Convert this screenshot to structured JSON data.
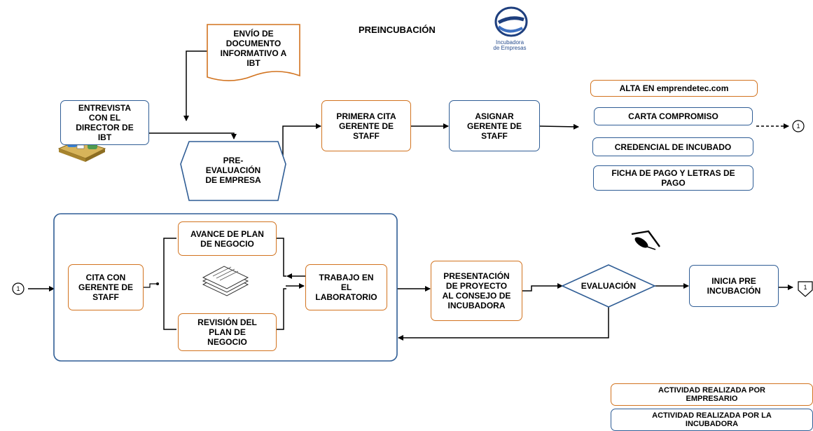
{
  "title": "PREINCUBACIÓN",
  "logo": {
    "text": "Incubadora\nde Empresas",
    "color": "#2a4f8f"
  },
  "colors": {
    "empresario": "#d2731f",
    "incubadora": "#2f5d95",
    "line": "#000000"
  },
  "nodes": {
    "envio_documento": "ENVÍO DE\nDOCUMENTO\nINFORMATIVO A\nIBT",
    "entrevista": "ENTREVISTA\nCON EL\nDIRECTOR DE\nIBT",
    "pre_evaluacion": "PRE-\nEVALUACIÓN\nDE EMPRESA",
    "primera_cita": "PRIMERA CITA\nGERENTE DE\nSTAFF",
    "asignar": "ASIGNAR\nGERENTE DE\nSTAFF",
    "alta": "ALTA EN emprendetec.com",
    "carta": "CARTA COMPROMISO",
    "credencial": "CREDENCIAL DE INCUBADO",
    "ficha": "FICHA DE PAGO Y LETRAS DE\nPAGO",
    "cita_gerente": "CITA CON\nGERENTE DE\nSTAFF",
    "avance_plan": "AVANCE DE PLAN\nDE NEGOCIO",
    "revision_plan": "REVISIÓN DEL\nPLAN DE\nNEGOCIO",
    "trabajo_lab": "TRABAJO EN\nEL\nLABORATORIO",
    "presentacion": "PRESENTACIÓN\nDE PROYECTO\nAL CONSEJO DE\nINCUBADORA",
    "evaluacion": "EVALUACIÓN",
    "inicia_pre": "INICIA PRE\nINCUBACIÓN"
  },
  "connectors": {
    "out": "1",
    "in": "1",
    "end": "1"
  },
  "legend": {
    "empresario": "ACTIVIDAD REALIZADA POR\nEMPRESARIO",
    "incubadora": "ACTIVIDAD REALIZADA POR LA\nINCUBADORA"
  },
  "icons": [
    "meeting-icon",
    "documents-icon",
    "pen-icon",
    "logo-icon"
  ]
}
